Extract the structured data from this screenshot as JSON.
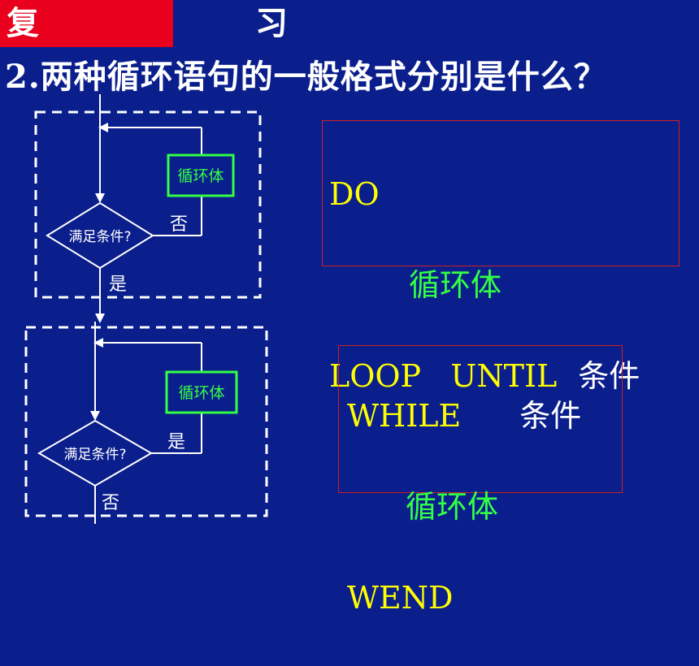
{
  "title": "复　　习",
  "question": "2.两种循环语句的一般格式分别是什么？",
  "flow1": {
    "body": "循环体",
    "cond": "满足条件?",
    "no": "否",
    "yes": "是"
  },
  "flow2": {
    "body": "循环体",
    "cond": "满足条件?",
    "yes": "是",
    "no": "否"
  },
  "loop_until": {
    "kw_do": "DO",
    "body": "循环体",
    "kw_loop_until": "LOOP   UNTIL",
    "cond": "条件"
  },
  "while_wend": {
    "kw_while": "WHILE",
    "cond": "条件",
    "body": "循环体",
    "kw_wend": "WEND"
  },
  "colors": {
    "background": "#0a1e8c",
    "title_bg": "#e8001c",
    "keyword": "#ffff00",
    "loop_body": "#33ff44",
    "text": "#ffffff"
  }
}
